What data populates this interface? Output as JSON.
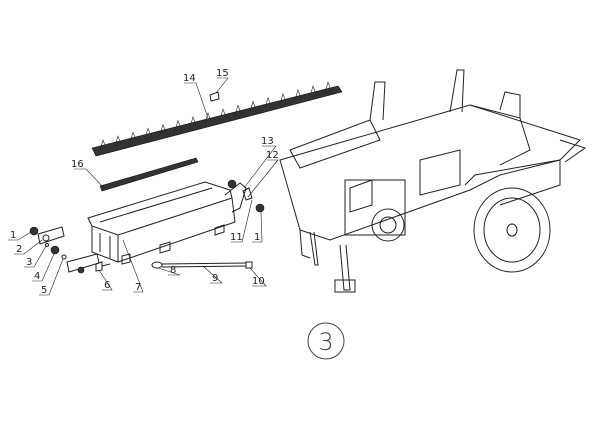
{
  "figure_number": "3",
  "callouts": [
    {
      "id": "c1a",
      "text": "1"
    },
    {
      "id": "c2",
      "text": "2"
    },
    {
      "id": "c3",
      "text": "3"
    },
    {
      "id": "c4",
      "text": "4"
    },
    {
      "id": "c5",
      "text": "5"
    },
    {
      "id": "c6",
      "text": "6"
    },
    {
      "id": "c7",
      "text": "7"
    },
    {
      "id": "c8",
      "text": "8"
    },
    {
      "id": "c9",
      "text": "9"
    },
    {
      "id": "c10",
      "text": "10"
    },
    {
      "id": "c11",
      "text": "11"
    },
    {
      "id": "c1b",
      "text": "1"
    },
    {
      "id": "c12",
      "text": "12"
    },
    {
      "id": "c13",
      "text": "13"
    },
    {
      "id": "c14",
      "text": "14"
    },
    {
      "id": "c15",
      "text": "15"
    },
    {
      "id": "c16",
      "text": "16"
    }
  ]
}
